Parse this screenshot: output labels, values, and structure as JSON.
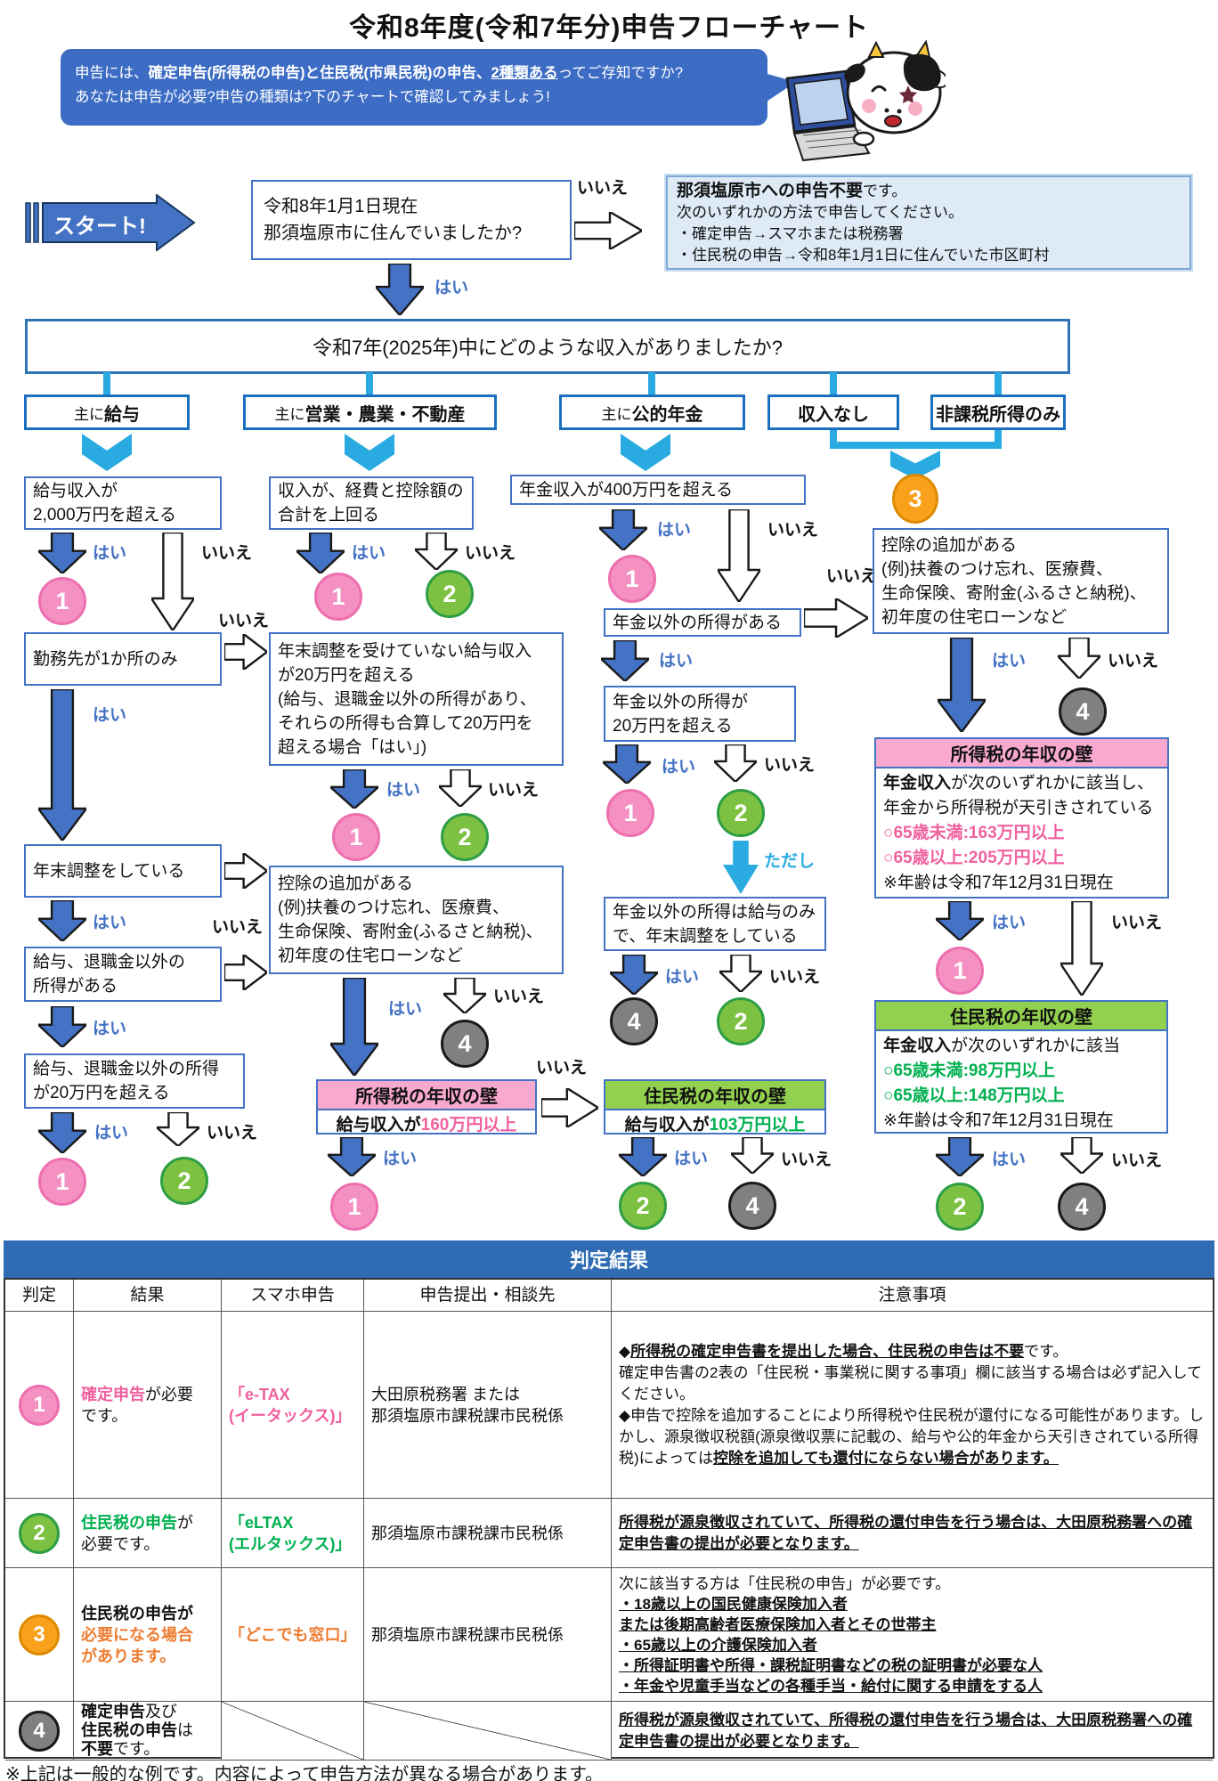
{
  "title": "令和8年度(令和7年分)申告フローチャート",
  "intro": {
    "p1": "申告には、",
    "p2": "確定申告(所得税の申告)と住民税(市県民税)の申告、",
    "p3": "2種類ある",
    "p4": "ってご存知ですか?",
    "line2": "あなたは申告が必要?申告の種類は?下のチャートで確認してみましょう!"
  },
  "labels": {
    "start": "スタート!",
    "yes": "はい",
    "no": "いいえ",
    "but": "ただし"
  },
  "badges": {
    "n1": "1",
    "n2": "2",
    "n3": "3",
    "n4": "4"
  },
  "q1": {
    "l1": "令和8年1月1日現在",
    "l2": "那須塩原市に住んでいましたか?"
  },
  "noResult": {
    "b": "那須塩原市への申告不要",
    "r": "です。",
    "l2": "次のいずれかの方法で申告してください。",
    "l3": "・確定申告→スマホまたは税務署",
    "l4": "・住民税の申告→令和8年1月1日に住んでいた市区町村"
  },
  "q2": "令和7年(2025年)中にどのような収入がありましたか?",
  "cats": {
    "pre": "主に",
    "c1": "給与",
    "c2": "営業・農業・不動産",
    "c3": "公的年金",
    "c4": "収入なし",
    "c5": "非課税所得のみ"
  },
  "flow": {
    "b1a": "給与収入が",
    "b1b": "2,000万円を超える",
    "b2": "勤務先が1か所のみ",
    "b3": "年末調整をしている",
    "b4a": "給与、退職金以外の",
    "b4b": "所得がある",
    "b5a": "給与、退職金以外の所得",
    "b5b": "が20万円を超える",
    "b6a": "収入が、経費と控除額の",
    "b6b": "合計を上回る",
    "b7a": "年末調整を受けていない給与収入",
    "b7b": "が20万円を超える",
    "b7c": "(給与、退職金以外の所得があり、",
    "b7d": "それらの所得も合算して20万円を",
    "b7e": "超える場合「はい」)",
    "b8a": "控除の追加がある",
    "b8b": "(例)扶養のつけ忘れ、医療費、",
    "b8c": "生命保険、寄附金(ふるさと納税)、",
    "b8d": "初年度の住宅ローンなど",
    "b11": "年金収入が400万円を超える",
    "b12": "年金以外の所得がある",
    "b13a": "年金以外の所得が",
    "b13b": "20万円を超える",
    "b14a": "年金以外の所得は給与のみ",
    "b14b": "で、年末調整をしている",
    "wIncomeTitle": "所得税の年収の壁",
    "wResidentTitle": "住民税の年収の壁",
    "wSalaryPre": "給与収入が",
    "wSalaryIncomeVal": "160万円以上",
    "wSalaryResidentVal": "103万円以上",
    "wPensionBold": "年金収入",
    "wpi1": "が次のいずれかに該当し、",
    "wpi2": "年金から所得税が天引きされている",
    "wpi3": "○65歳未満:163万円以上",
    "wpi4": "○65歳以上:205万円以上",
    "wpi5": "※年齢は令和7年12月31日現在",
    "wpr1": "が次のいずれかに該当",
    "wpr2": "○65歳未満:98万円以上",
    "wpr3": "○65歳以上:148万円以上",
    "wpr4": "※年齢は令和7年12月31日現在"
  },
  "table": {
    "title": "判定結果",
    "h": [
      "判定",
      "結果",
      "スマホ申告",
      "申告提出・相談先",
      "注意事項"
    ],
    "r1": {
      "res1": "確定申告",
      "res2": "が必要",
      "res3": "です。",
      "app1": "「e-TAX",
      "app2": "(イータックス)」",
      "to1": "大田原税務署 または",
      "to2": "那須塩原市課税課市民税係",
      "n1": "◆",
      "n2": "所得税の確定申告書を提出した場合、住民税の申告は不要",
      "n3": "です。",
      "n4": "確定申告書の2表の「住民税・事業税に関する事項」欄に該当する場合は必ず記入してください。",
      "n5": "◆申告で控除を追加することにより所得税や住民税が還付になる可能性があります。しかし、源泉徴収税額(源泉徴収票に記載の、給与や公的年金から天引きされている所得税)によっては",
      "n6": "控除を追加しても還付にならない場合があります。"
    },
    "r2": {
      "res1": "住民税の申告",
      "res2": "が",
      "res3": "必要です。",
      "app1": "「eLTAX",
      "app2": "(エルタックス)」",
      "to": "那須塩原市課税課市民税係",
      "n": "所得税が源泉徴収されていて、所得税の還付申告を行う場合は、大田原税務署への確定申告書の提出が必要となります。"
    },
    "r3": {
      "res1": "住民税の申告が",
      "res2": "必要になる場合",
      "res3": "があります。",
      "app": "「どこでも窓口」",
      "to": "那須塩原市課税課市民税係",
      "n1": "次に該当する方は「住民税の申告」が必要です。",
      "n2": "・18歳以上の国民健康保険加入者",
      "n3": " または後期高齢者医療保険加入者とその世帯主",
      "n4": "・65歳以上の介護保険加入者",
      "n5": "・所得証明書や所得・課税証明書などの税の証明書が必要な人",
      "n6": "・年金や児童手当などの各種手当・給付に関する申請をする人"
    },
    "r4": {
      "res1": "確定申告",
      "res2": "及び",
      "res3": "住民税の申告",
      "res4": "は",
      "res5": "不要",
      "res6": "です。",
      "n": "所得税が源泉徴収されていて、所得税の還付申告を行う場合は、大田原税務署への確定申告書の提出が必要となります。"
    }
  },
  "footnote": "※上記は一般的な例です。内容によって申告方法が異なる場合があります。",
  "colors": {
    "accentBlue": "#2F6CB3",
    "cyan": "#29ABE2",
    "arrowBlue": "#4472C4",
    "pink": "#F0609F",
    "green": "#00B050",
    "orange": "#ED7D31",
    "pinkHeader": "#F9A8CF",
    "greenHeader": "#92D050"
  }
}
